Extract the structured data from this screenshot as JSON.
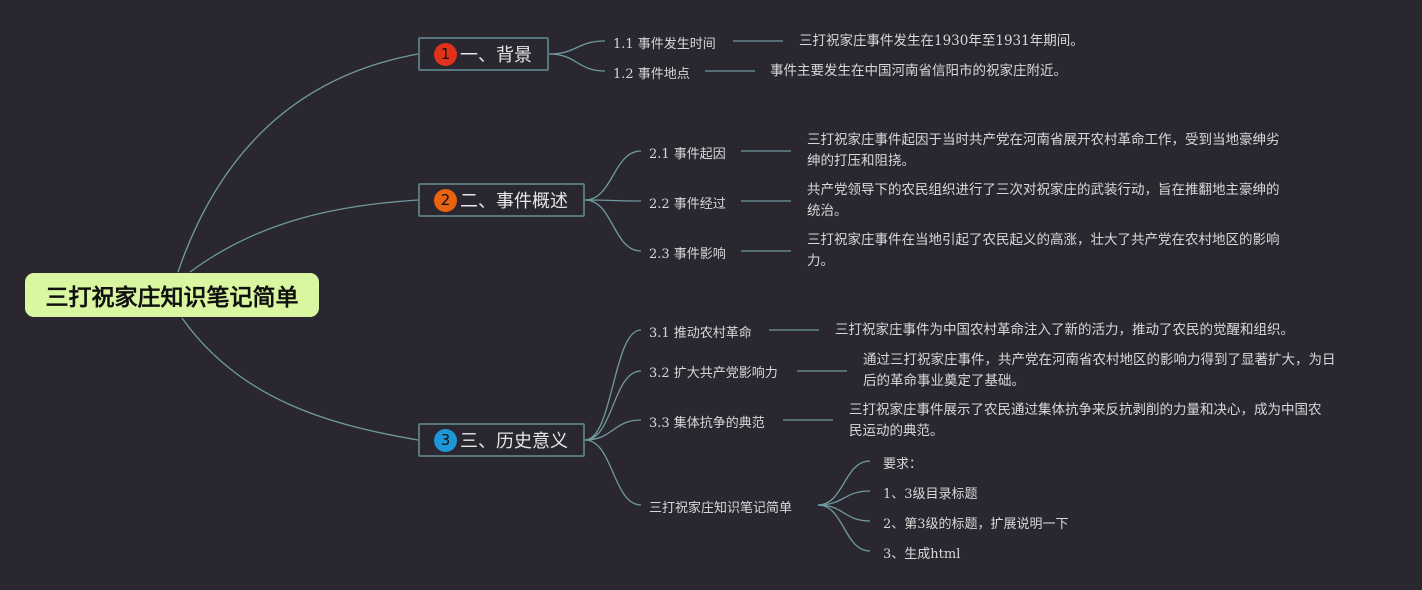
{
  "root": {
    "label": "三打祝家庄知识笔记简单"
  },
  "colors": {
    "link": "#6f9aa0",
    "badge1": "#e0311b",
    "badge2": "#e8620f",
    "badge3": "#1e97d8",
    "root_bg": "#d8f7a0"
  },
  "sections": [
    {
      "num": "1",
      "label": "一、背景",
      "items": [
        {
          "title": "1.1 事件发生时间",
          "lines": [
            "三打祝家庄事件发生在1930年至1931年期间。"
          ]
        },
        {
          "title": "1.2 事件地点",
          "lines": [
            "事件主要发生在中国河南省信阳市的祝家庄附近。"
          ]
        }
      ]
    },
    {
      "num": "2",
      "label": "二、事件概述",
      "items": [
        {
          "title": "2.1 事件起因",
          "lines": [
            "三打祝家庄事件起因于当时共产党在河南省展开农村革命工作，受到当地豪绅劣",
            "绅的打压和阻挠。"
          ]
        },
        {
          "title": "2.2 事件经过",
          "lines": [
            "共产党领导下的农民组织进行了三次对祝家庄的武装行动，旨在推翻地主豪绅的",
            "统治。"
          ]
        },
        {
          "title": "2.3 事件影响",
          "lines": [
            "三打祝家庄事件在当地引起了农民起义的高涨，壮大了共产党在农村地区的影响",
            "力。"
          ]
        }
      ]
    },
    {
      "num": "3",
      "label": "三、历史意义",
      "items": [
        {
          "title": "3.1 推动农村革命",
          "lines": [
            "三打祝家庄事件为中国农村革命注入了新的活力，推动了农民的觉醒和组织。"
          ]
        },
        {
          "title": "3.2 扩大共产党影响力",
          "lines": [
            "通过三打祝家庄事件，共产党在河南省农村地区的影响力得到了显著扩大，为日",
            "后的革命事业奠定了基础。"
          ]
        },
        {
          "title": "3.3 集体抗争的典范",
          "lines": [
            "三打祝家庄事件展示了农民通过集体抗争来反抗剥削的力量和决心，成为中国农",
            "民运动的典范。"
          ]
        },
        {
          "title": "三打祝家庄知识笔记简单",
          "children": [
            "要求：",
            "1、3级目录标题",
            "2、第3级的标题，扩展说明一下",
            "3、生成html"
          ]
        }
      ]
    }
  ]
}
